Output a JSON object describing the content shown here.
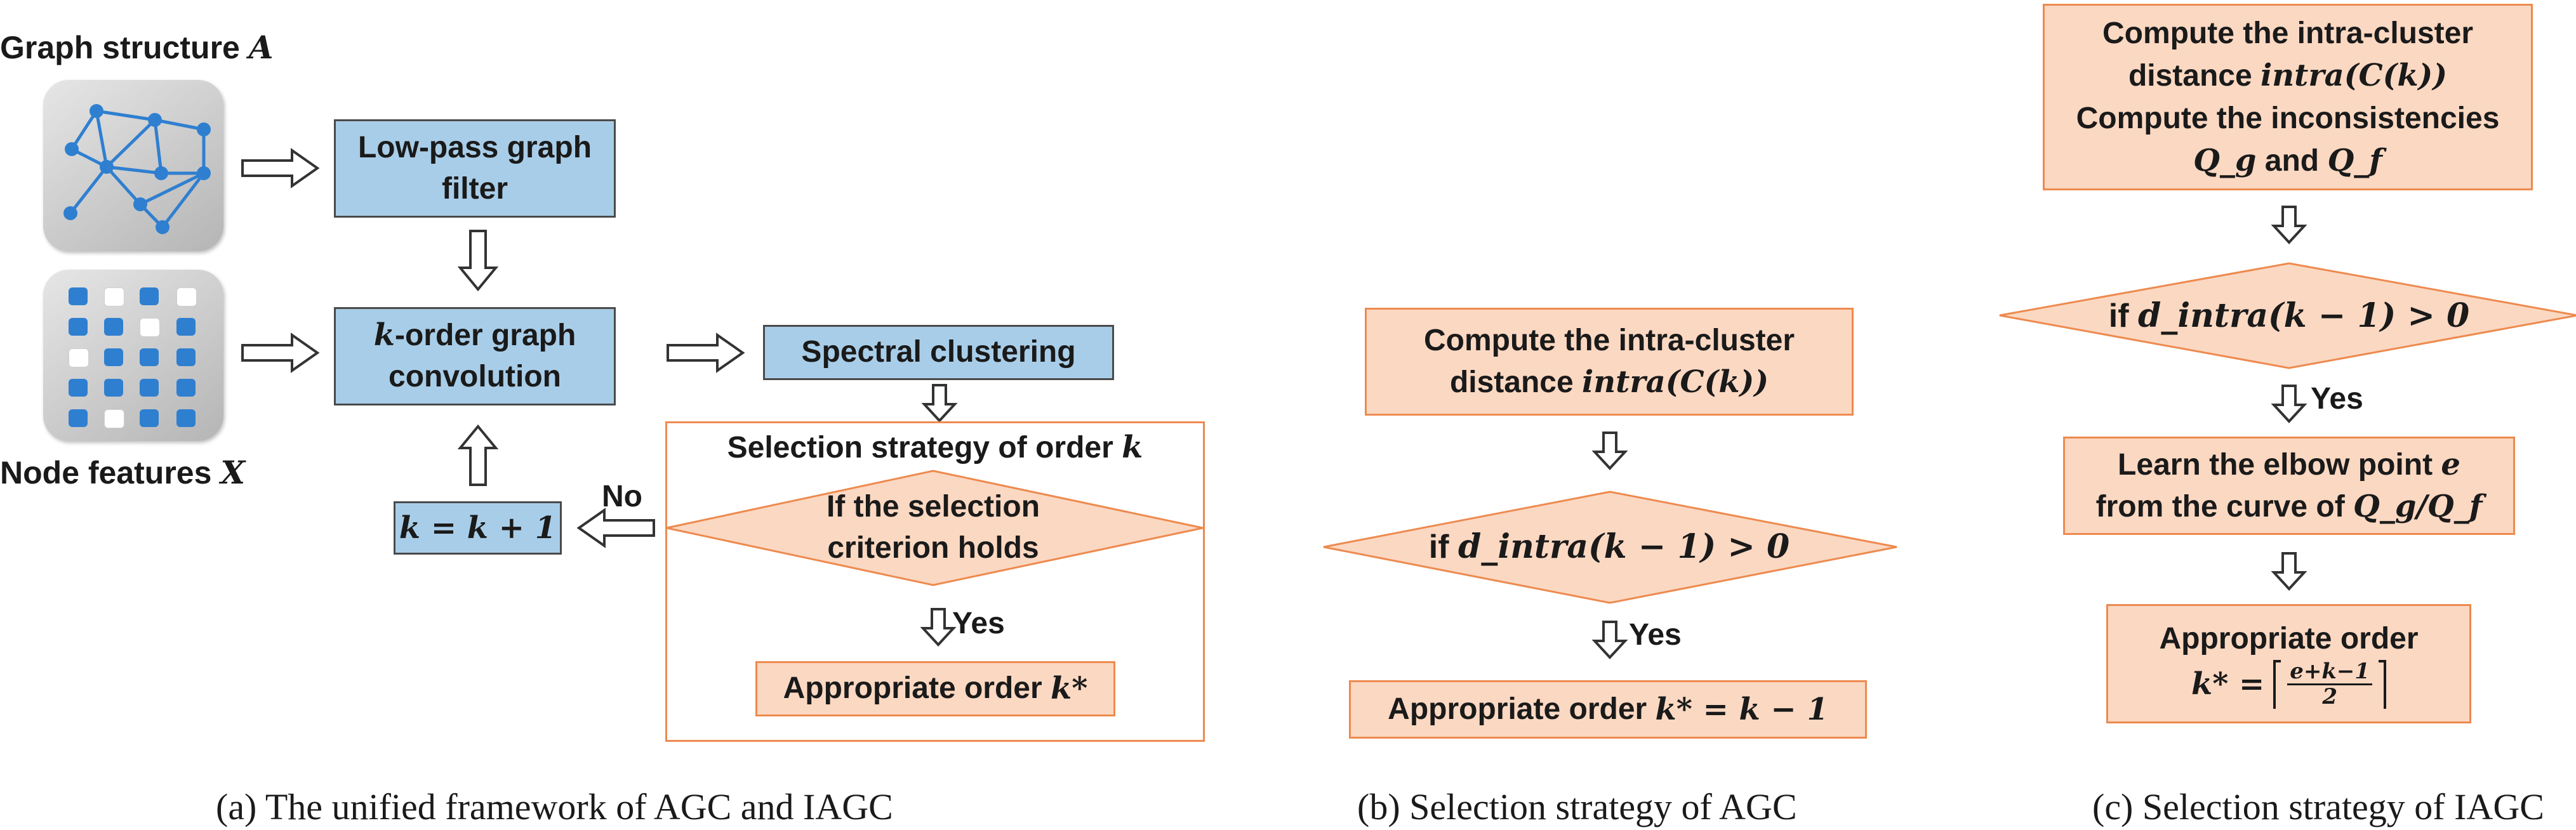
{
  "panel_a": {
    "graph_structure_label": "Graph structure",
    "graph_structure_symbol": "A",
    "node_features_label": "Node features",
    "node_features_symbol": "X",
    "lowpass_line1": "Low-pass graph",
    "lowpass_line2": "filter",
    "korder_symbol": "k",
    "korder_line1": "-order graph",
    "korder_line2": "convolution",
    "spectral": "Spectral clustering",
    "strategy_title": "Selection strategy of order",
    "strategy_symbol": "k",
    "criterion_line1": "If the selection",
    "criterion_line2": "criterion holds",
    "no_label": "No",
    "yes_label": "Yes",
    "update": "k = k + 1",
    "appropriate_text": "Appropriate order",
    "appropriate_symbol": "k*",
    "caption": "(a) The unified framework of AGC and IAGC"
  },
  "panel_b": {
    "compute_line1": "Compute the intra-cluster",
    "compute_line2_text": "distance",
    "compute_line2_math": "intra(C(k))",
    "condition_text": "if",
    "condition_math": "d_intra(k − 1) > 0",
    "yes_label": "Yes",
    "result_text": "Appropriate order",
    "result_math": "k* = k − 1",
    "caption": "(b) Selection strategy of AGC"
  },
  "panel_c": {
    "compute_line1": "Compute the intra-cluster",
    "compute_line2_text": "distance",
    "compute_line2_math": "intra(C(k))",
    "compute_line3": "Compute the inconsistencies",
    "compute_line4_a": "Q_g",
    "compute_line4_and": "and",
    "compute_line4_b": "Q_f",
    "condition_text": "if",
    "condition_math": "d_intra(k − 1) > 0",
    "yes_label": "Yes",
    "elbow_line1_text": "Learn the elbow point",
    "elbow_line1_math": "e",
    "elbow_line2_text": "from the curve of",
    "elbow_line2_math": "Q_g/Q_f",
    "result_line1": "Appropriate order",
    "result_lhs": "k* =",
    "result_num": "e+k−1",
    "result_den": "2",
    "caption": "(c) Selection strategy of IAGC"
  },
  "colors": {
    "blue_fill": "#a8cde8",
    "peach_fill": "#fbd8c2",
    "orange_border": "#ed8a4f",
    "graph_node": "#2f7fd0"
  }
}
